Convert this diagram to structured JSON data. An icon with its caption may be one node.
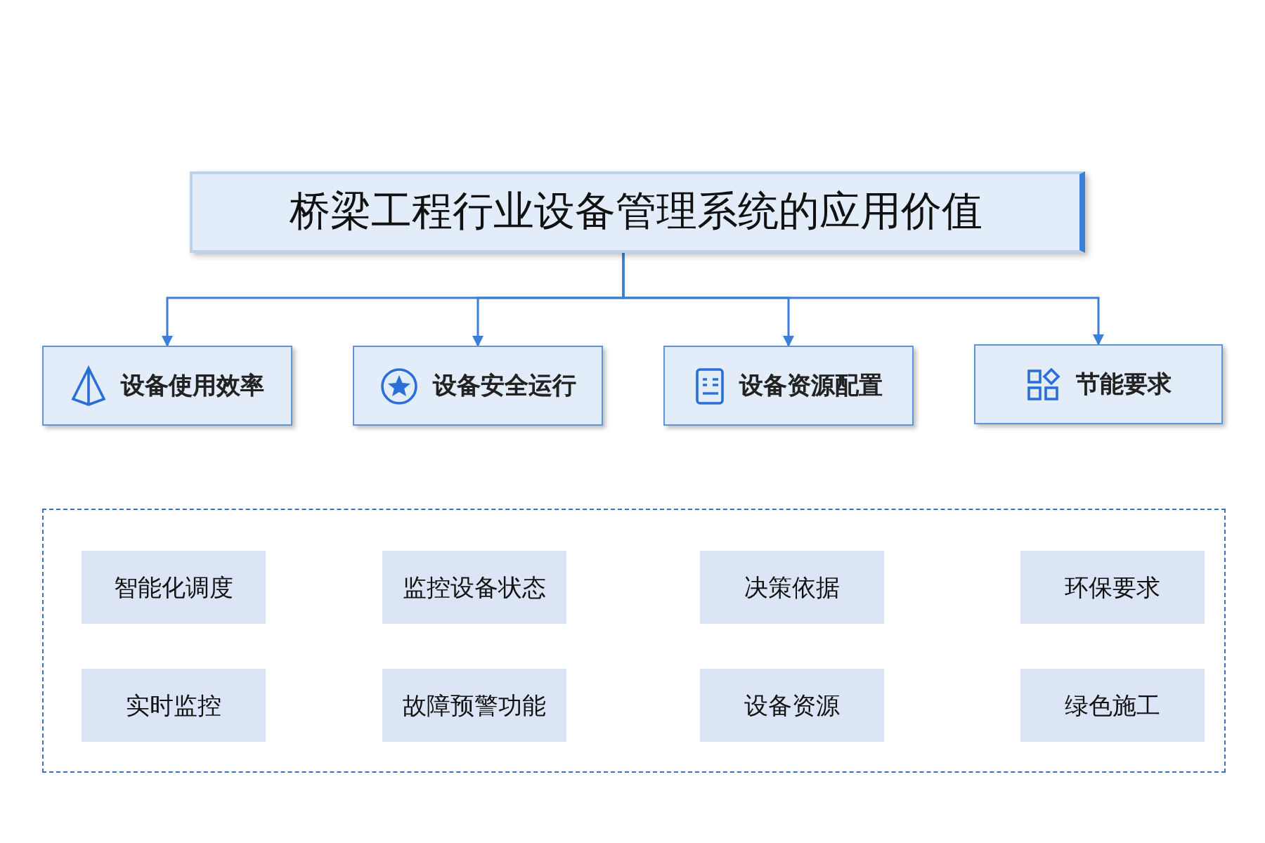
{
  "diagram": {
    "nodes": [
      {
        "text": [
          "桥梁工程行业设备管理系统的应用价值"
        ]
      },
      {
        "text": [
          "设备使用效率"
        ]
      },
      {
        "text": [
          "设备安全运行"
        ]
      },
      {
        "text": [
          "设备资源配置"
        ]
      },
      {
        "text": [
          "节能要求"
        ]
      },
      {
        "text": [],
        "shape": "box"
      },
      {
        "text": [
          "智能化调度"
        ],
        "in": 5
      },
      {
        "text": [
          "监控设备状态"
        ],
        "in": 5
      },
      {
        "text": [
          "决策依据"
        ],
        "in": 5
      },
      {
        "text": [
          "环保要求"
        ],
        "in": 5
      },
      {
        "text": [
          "实时监控"
        ],
        "in": 5
      },
      {
        "text": [
          "故障预警功能"
        ],
        "in": 5
      },
      {
        "text": [
          "设备资源"
        ],
        "in": 5
      },
      {
        "text": [
          "绿色施工"
        ],
        "in": 5
      }
    ],
    "edges": [
      {
        "from": 0,
        "to": 1,
        "arrow": "to"
      },
      {
        "from": 0,
        "to": 2,
        "arrow": "to"
      },
      {
        "from": 0,
        "to": 3,
        "arrow": "to"
      },
      {
        "from": 0,
        "to": 4,
        "arrow": "to"
      }
    ]
  }
}
